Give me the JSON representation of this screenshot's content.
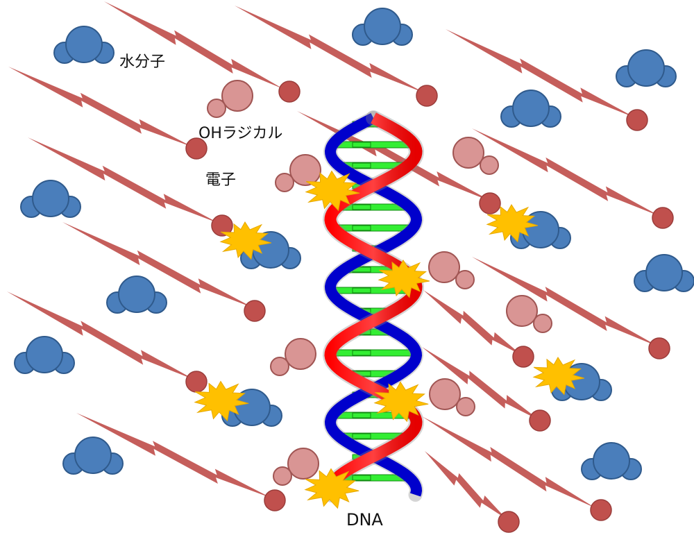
{
  "labels": {
    "water": "水分子",
    "oh_radical": "OHラジカル",
    "electron": "電子",
    "dna": "DNA"
  },
  "colors": {
    "water_molecule": "#4a7ebb",
    "water_outline": "#2f5a8c",
    "oh_radical": "#d99594",
    "oh_outline": "#a05553",
    "electron": "#c0504d",
    "electron_outline": "#9a3c3a",
    "impact_star": "#ffc000",
    "strand_red": "#ff0000",
    "strand_blue": "#0000cc",
    "base_pair": "#33ee33"
  },
  "icons": {
    "water": "water-molecule-icon",
    "oh": "oh-radical-icon",
    "electron": "electron-icon",
    "impact": "impact-burst-icon",
    "track": "electron-track-icon"
  }
}
